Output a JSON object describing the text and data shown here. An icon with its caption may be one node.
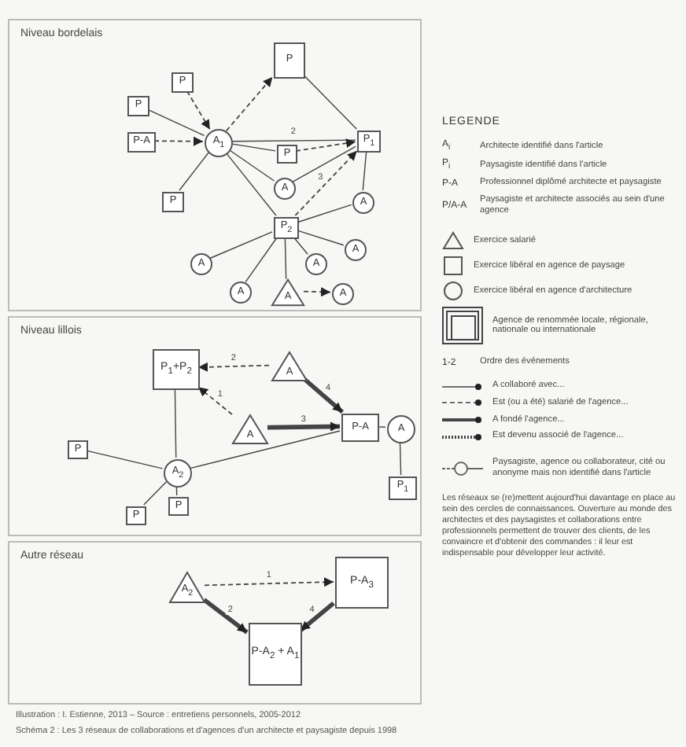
{
  "diagram": {
    "caption": "Schéma 2 : Les 3 réseaux de collaborations et d'agences d'un architecte et paysagiste depuis 1998",
    "nodes": [
      {
        "text": [
          "Niveau bordelais"
        ]
      },
      {
        "text": [
          "P"
        ],
        "in": 0
      },
      {
        "text": [
          "P"
        ],
        "in": 0
      },
      {
        "text": [
          "P"
        ],
        "in": 0
      },
      {
        "text": [
          "P-A"
        ],
        "in": 0
      },
      {
        "text": [
          "A$_{1}$"
        ],
        "in": 0
      },
      {
        "text": [
          "P"
        ],
        "in": 0
      },
      {
        "text": [
          "P"
        ],
        "in": 0
      },
      {
        "text": [
          "A"
        ],
        "in": 0
      },
      {
        "text": [
          "P$_{1}$"
        ],
        "in": 0
      },
      {
        "text": [
          "A"
        ],
        "in": 0
      },
      {
        "text": [
          "P$_{2}$"
        ],
        "in": 0
      },
      {
        "text": [
          "A"
        ],
        "in": 0
      },
      {
        "text": [
          "A"
        ],
        "in": 0
      },
      {
        "text": [
          "A"
        ],
        "in": 0
      },
      {
        "text": [
          "A"
        ],
        "in": 0
      },
      {
        "text": [
          "A"
        ],
        "in": 0
      },
      {
        "text": [
          "A"
        ],
        "in": 0
      },
      {
        "text": [
          "Niveau lillois"
        ]
      },
      {
        "text": [
          "P$_{1}$+P$_{2}$"
        ],
        "in": 18
      },
      {
        "text": [
          "A"
        ],
        "in": 18
      },
      {
        "text": [
          "A"
        ],
        "in": 18
      },
      {
        "text": [
          "P-A"
        ],
        "in": 18
      },
      {
        "text": [
          "A"
        ],
        "in": 18
      },
      {
        "text": [
          "P$_{1}$"
        ],
        "in": 18
      },
      {
        "text": [
          "A$_{2}$"
        ],
        "in": 18
      },
      {
        "text": [
          "P"
        ],
        "in": 18
      },
      {
        "text": [
          "P"
        ],
        "in": 18
      },
      {
        "text": [
          "P"
        ],
        "in": 18
      },
      {
        "text": [
          "Autre réseau"
        ]
      },
      {
        "text": [
          "A$_{2}$"
        ],
        "in": 29
      },
      {
        "text": [
          "P-A$_{3}$"
        ],
        "in": 29
      },
      {
        "text": [
          "P-A$_{2}$ + A$_{1}$"
        ],
        "in": 29
      }
    ],
    "edges": [
      {
        "from": 2,
        "to": 5,
        "arrow": "to",
        "style": "dashed"
      },
      {
        "from": 3,
        "to": 5,
        "arrow": "none"
      },
      {
        "from": 4,
        "to": 5,
        "arrow": "to",
        "style": "dashed"
      },
      {
        "from": 7,
        "to": 5,
        "arrow": "none"
      },
      {
        "from": 5,
        "to": 1,
        "arrow": "to",
        "style": "dashed"
      },
      {
        "from": 5,
        "to": 9,
        "arrow": "none",
        "label": "2"
      },
      {
        "from": 5,
        "to": 6,
        "arrow": "none"
      },
      {
        "from": 6,
        "to": 9,
        "arrow": "to",
        "style": "dashed"
      },
      {
        "from": 5,
        "to": 8,
        "arrow": "none"
      },
      {
        "from": 5,
        "to": 11,
        "arrow": "none"
      },
      {
        "from": 8,
        "to": 9,
        "arrow": "none"
      },
      {
        "from": 11,
        "to": 9,
        "arrow": "to",
        "style": "dashed",
        "label": "3"
      },
      {
        "from": 1,
        "to": 9,
        "arrow": "none"
      },
      {
        "from": 9,
        "to": 10,
        "arrow": "none"
      },
      {
        "from": 10,
        "to": 11,
        "arrow": "none"
      },
      {
        "from": 11,
        "to": 12,
        "arrow": "none"
      },
      {
        "from": 11,
        "to": 13,
        "arrow": "none"
      },
      {
        "from": 11,
        "to": 14,
        "arrow": "none"
      },
      {
        "from": 11,
        "to": 15,
        "arrow": "none"
      },
      {
        "from": 11,
        "to": 16,
        "arrow": "none"
      },
      {
        "from": 16,
        "to": 17,
        "arrow": "to",
        "style": "dashed"
      },
      {
        "from": 20,
        "to": 19,
        "arrow": "to",
        "style": "dashed",
        "label": "2"
      },
      {
        "from": 21,
        "to": 19,
        "arrow": "to",
        "style": "dashed",
        "label": "1"
      },
      {
        "from": 20,
        "to": 22,
        "arrow": "to",
        "style": "thick",
        "label": "4"
      },
      {
        "from": 21,
        "to": 22,
        "arrow": "to",
        "style": "thick",
        "label": "3"
      },
      {
        "from": 22,
        "to": 23,
        "arrow": "none"
      },
      {
        "from": 23,
        "to": 24,
        "arrow": "none"
      },
      {
        "from": 19,
        "to": 25,
        "arrow": "none"
      },
      {
        "from": 25,
        "to": 26,
        "arrow": "none"
      },
      {
        "from": 25,
        "to": 22,
        "arrow": "none"
      },
      {
        "from": 25,
        "to": 27,
        "arrow": "none"
      },
      {
        "from": 25,
        "to": 28,
        "arrow": "none"
      },
      {
        "from": 30,
        "to": 31,
        "arrow": "to",
        "style": "dashed",
        "label": "1"
      },
      {
        "from": 30,
        "to": 32,
        "arrow": "to",
        "style": "thick",
        "label": "2"
      },
      {
        "from": 31,
        "to": 32,
        "arrow": "to",
        "style": "thick",
        "label": "4"
      }
    ],
    "labels": [
      "LEGENDE",
      "A$_{i}$",
      "Architecte identifié dans l'article",
      "P$_{i}$",
      "Paysagiste identifié dans l'article",
      "P-A",
      "Professionnel diplômé architecte et paysagiste",
      "P/A-A",
      "Paysagiste et architecte associés au sein d'une agence",
      "1-2",
      "Ordre des événements",
      "Les réseaux se (re)mettent aujourd'hui davantage en place au sein des cercles de connaissances. Ouverture au monde des architectes et des paysagistes et collaborations entre professionnels permettent de trouver des clients, de les convaincre et d'obtenir des commandes : il leur est indispensable pour développer leur activité.",
      "Illustration : I. Estienne, 2013 – Source : entretiens personnels, 2005-2012"
    ],
    "legend": [
      {
        "text": "Exercice salarié"
      },
      {
        "text": "Exercice libéral en agence de paysage"
      },
      {
        "text": "Exercice libéral en agence d'architecture"
      },
      {
        "text": "Agence de renommée locale, régionale, nationale ou internationale"
      },
      {
        "text": "A collaboré avec..."
      },
      {
        "text": "Est (ou a été) salarié de l'agence..."
      },
      {
        "text": "A fondé l'agence..."
      },
      {
        "text": "Est devenu associé de l'agence..."
      },
      {
        "text": "Paysagiste, agence ou collaborateur, cité ou anonyme mais non identifié dans l'article"
      }
    ]
  }
}
